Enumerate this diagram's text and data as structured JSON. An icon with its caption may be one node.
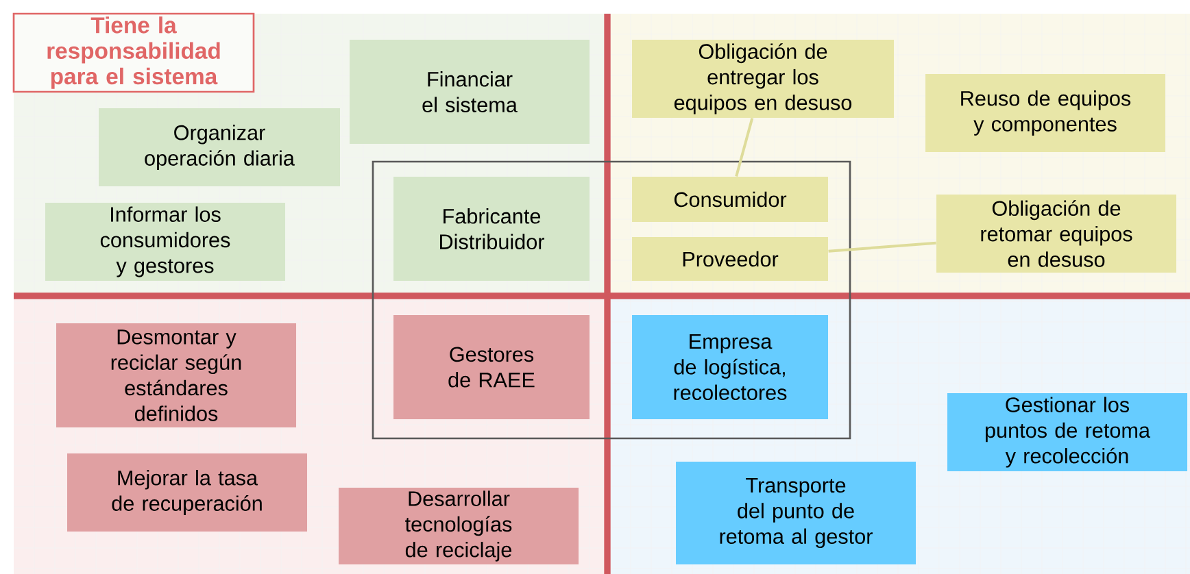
{
  "diagram": {
    "nodes": [
      {
        "text": [
          "Tiene la responsabilidad para el sistema"
        ]
      },
      {
        "text": [
          "Financiar el sistema"
        ]
      },
      {
        "text": [
          "Organizar operación diaria"
        ]
      },
      {
        "text": [
          "Informar los consumidores y gestores"
        ]
      },
      {
        "text": [],
        "shape": "box"
      },
      {
        "text": [
          "Fabricante Distribuidor"
        ],
        "in": 4
      },
      {
        "text": [
          "Obligación de entregar los equipos en desuso"
        ]
      },
      {
        "text": [
          "Reuso de equipos y componentes"
        ]
      },
      {
        "text": [
          "Consumidor"
        ],
        "in": 4
      },
      {
        "text": [
          "Proveedor"
        ],
        "in": 4
      },
      {
        "text": [
          "Obligación de retomar equipos en desuso"
        ]
      },
      {
        "text": [
          "Desmontar y reciclar según estándares definidos"
        ]
      },
      {
        "text": [
          "Gestores de RAEE"
        ],
        "in": 4
      },
      {
        "text": [
          "Empresa de logística, recolectores"
        ],
        "in": 4
      },
      {
        "text": [
          "Mejorar la tasa de recuperación"
        ]
      },
      {
        "text": [
          "Desarrollar tecnologías de reciclaje"
        ]
      },
      {
        "text": [
          "Gestionar los puntos de retoma y recolección"
        ]
      },
      {
        "text": [
          "Transporte del punto de retoma al gestor"
        ]
      }
    ],
    "edges": [
      {
        "from": 6,
        "to": 8,
        "arrow": "none"
      },
      {
        "from": 9,
        "to": 10,
        "arrow": "none"
      }
    ]
  }
}
